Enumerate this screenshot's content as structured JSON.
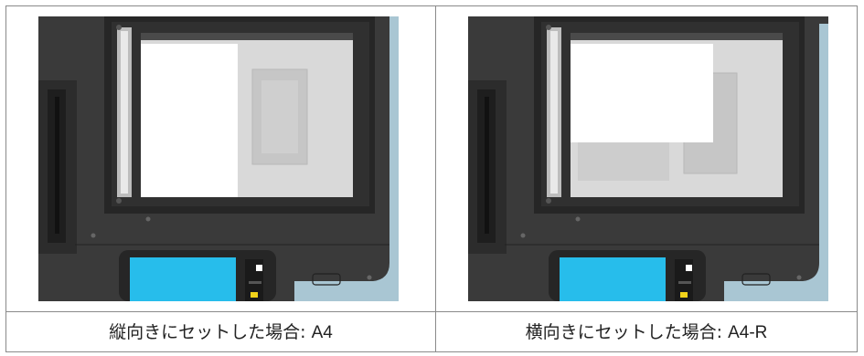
{
  "colors": {
    "body": "#3a3a3a",
    "body_dark": "#262626",
    "wall": "#a9c6d3",
    "glass": "#d9d9d9",
    "paper": "#ffffff",
    "screen": "#27bdeb",
    "indicator": "#f2d21a"
  },
  "panels": [
    {
      "caption": "縦向きにセットした場合: ",
      "model": "A4",
      "paper_orientation": "portrait"
    },
    {
      "caption": "横向きにセットした場合: ",
      "model": "A4-R",
      "paper_orientation": "landscape"
    }
  ]
}
